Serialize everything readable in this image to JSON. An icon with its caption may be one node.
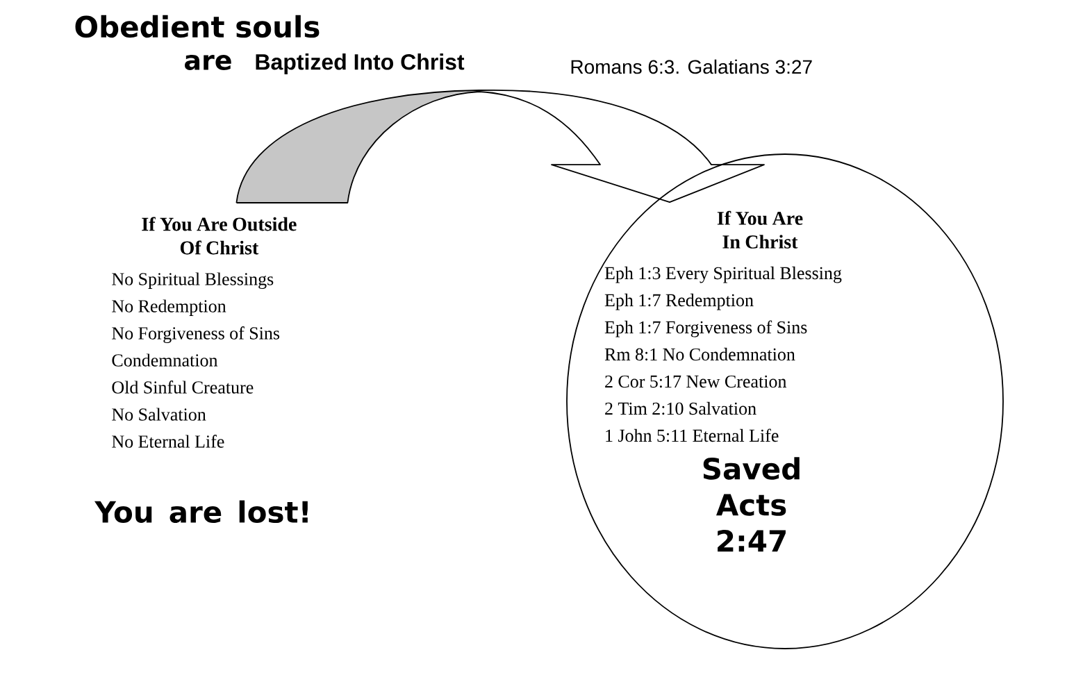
{
  "diagram": {
    "title": "Obedient souls",
    "nodes": [
      {
        "text": [
          "If You Are Outside Of Christ",
          "No Spiritual Blessings",
          "No Redemption",
          "No Forgiveness of Sins",
          "Condemnation",
          "Old Sinful Creature",
          "No Salvation",
          "No Eternal Life",
          "You are lost!"
        ]
      },
      {
        "text": [
          "If You Are In Christ",
          "Eph 1:3  Every Spiritual Blessing",
          "Eph 1:7  Redemption",
          "Eph 1:7  Forgiveness of Sins",
          "Rm 8:1 No Condemnation",
          "2 Cor 5:17  New Creation",
          "2 Tim 2:10  Salvation",
          "1 John 5:11  Eternal Life",
          "Saved Acts 2:47"
        ]
      }
    ],
    "edges": [
      {
        "from": 0,
        "to": 1,
        "arrow": "to"
      }
    ],
    "labels": [
      "are",
      "Baptized Into Christ",
      "Romans 6:3. Galatians 3:27"
    ]
  }
}
